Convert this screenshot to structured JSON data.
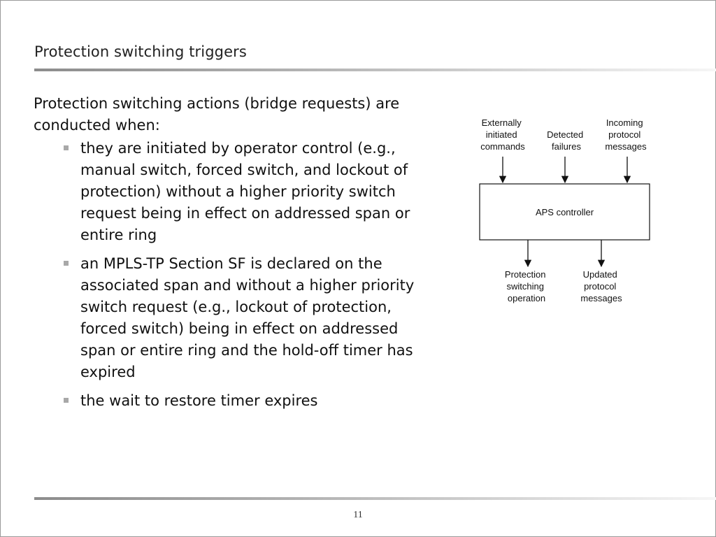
{
  "slide": {
    "title": "Protection switching triggers",
    "page_number": "11"
  },
  "body": {
    "intro": "Protection switching actions (bridge requests) are conducted when:",
    "bullets": [
      "they are initiated by operator control (e.g., manual switch, forced switch, and lockout of protection) without a higher priority switch request being in effect on addressed span or entire ring",
      "an MPLS-TP Section SF is declared on the associated span and without a higher priority switch request (e.g., lockout of protection, forced switch) being in effect on addressed span or entire ring and the hold-off timer has expired",
      "the wait to restore timer expires"
    ]
  },
  "diagram": {
    "controller_label": "APS controller",
    "inputs": [
      [
        "Externally",
        "initiated",
        "commands"
      ],
      [
        "Detected",
        "failures"
      ],
      [
        "Incoming",
        "protocol",
        "messages"
      ]
    ],
    "outputs": [
      [
        "Protection",
        "switching",
        "operation"
      ],
      [
        "Updated",
        "protocol",
        "messages"
      ]
    ]
  }
}
